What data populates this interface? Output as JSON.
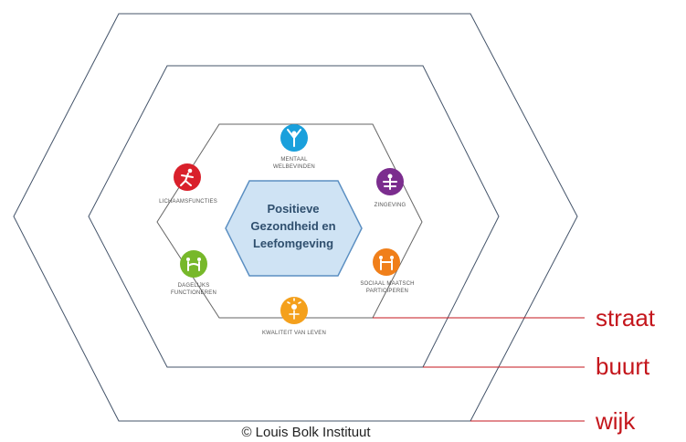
{
  "rings": [
    {
      "label": "straat"
    },
    {
      "label": "buurt"
    },
    {
      "label": "wijk"
    }
  ],
  "center": {
    "lines": [
      "Positieve",
      "Gezondheid en",
      "Leefomgeving"
    ],
    "fill": "#cfe3f4",
    "stroke": "#5b8fc2"
  },
  "dimensions": [
    {
      "lines": [
        "MENTAAL",
        "WELBEVINDEN"
      ],
      "color": "#1aa0dc",
      "icon": "person-arms-up-icon"
    },
    {
      "lines": [
        "ZINGEVING"
      ],
      "color": "#7b2d8e",
      "icon": "person-lines-icon"
    },
    {
      "lines": [
        "SOCIAAL MAATSCH",
        "PARTICIPEREN"
      ],
      "color": "#f07f1a",
      "icon": "people-group-icon"
    },
    {
      "lines": [
        "KWALITEIT VAN LEVEN"
      ],
      "color": "#f4a01c",
      "icon": "sun-person-icon"
    },
    {
      "lines": [
        "DAGELIJKS",
        "FUNCTIONEREN"
      ],
      "color": "#77b82a",
      "icon": "people-helping-icon"
    },
    {
      "lines": [
        "LICHAAMSFUNCTIES"
      ],
      "color": "#d9202b",
      "icon": "running-person-icon"
    }
  ],
  "copyright": "© Louis Bolk Instituut",
  "colors": {
    "outline": "#44546a",
    "label": "#c4161c"
  }
}
